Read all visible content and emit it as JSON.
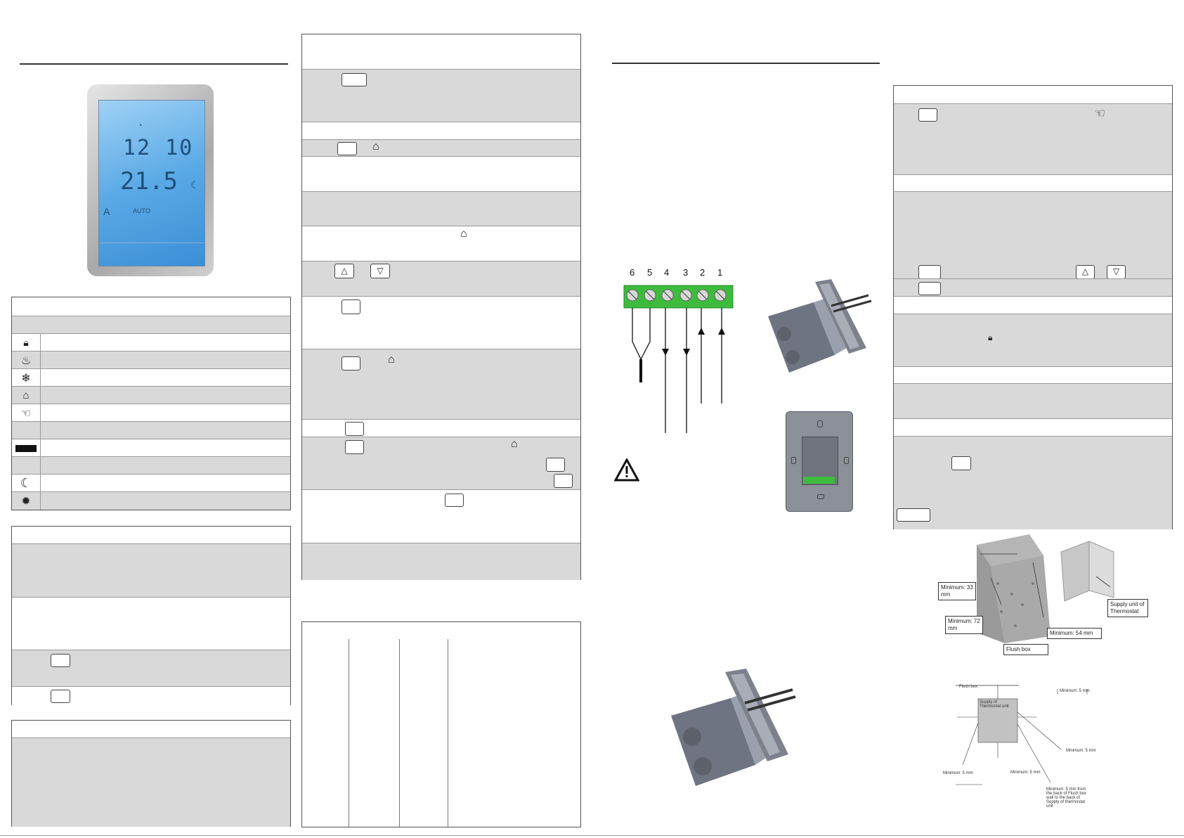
{
  "icons": {
    "lock": "lock-icon",
    "flame": "flame-icon",
    "snowflake": "snowflake-icon",
    "holiday_house": "holiday-house-icon",
    "hand": "hand-icon",
    "moon": "moon-icon",
    "sun": "sun-icon",
    "arrow_up": "up-arrow-icon",
    "arrow_down": "down-arrow-icon",
    "warning": "warning-triangle-icon"
  },
  "thermostat_display": {
    "time": "12 10",
    "temperature": "21.5",
    "mode_letter": "A",
    "mode_text": "AUTO"
  },
  "wiring": {
    "terminals": [
      "6",
      "5",
      "4",
      "3",
      "2",
      "1"
    ]
  },
  "install_diagram": {
    "callouts": {
      "min_33": "Minimum: 33 mm",
      "min_72": "Minimum: 72 mm",
      "min_54": "Minimum: 54 mm",
      "flush_box": "Flush box",
      "supply_unit": "Supply unit of Thermostat"
    },
    "plan": {
      "flush_box": "Flush box",
      "supply": "Supply of Thermostat unit",
      "min_5_top": "Minimum: 5 mm",
      "min_5_right": "Minimum: 5 mm",
      "min_5_left": "Minimum: 5 mm",
      "min_5_bottom": "Minimum: 5 mm",
      "back_note": "Minimum: 5 mm from the back of Flush box wall to the back of Supply of thermostat unit"
    }
  },
  "colors": {
    "row_shade": "#d9d9d9",
    "lcd_blue": "#5aa9e6",
    "terminal_green": "#3dbb3d",
    "bezel_silver": "#b8b8b8"
  }
}
